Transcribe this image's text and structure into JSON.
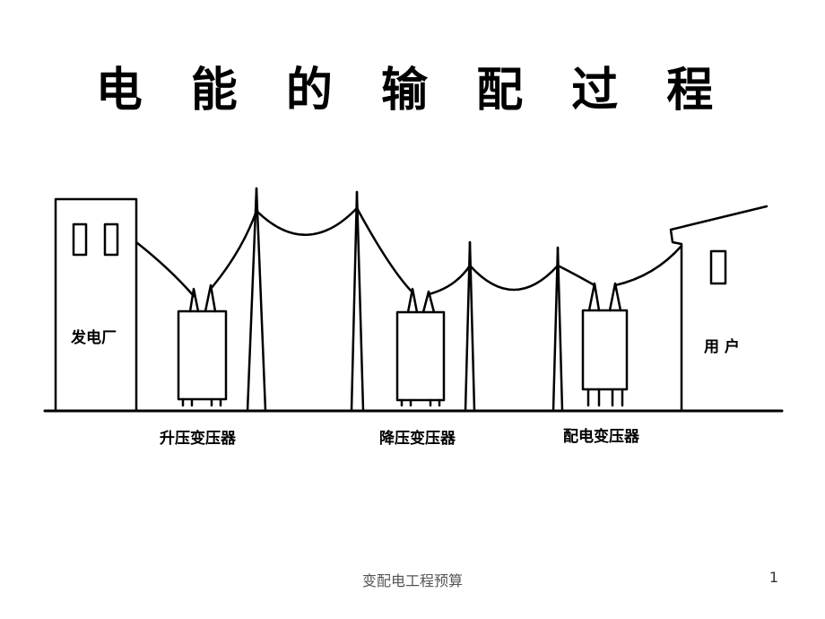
{
  "slide": {
    "title": "电 能 的 输 配 过 程",
    "footer": "变配电工程预算",
    "page_number": "1"
  },
  "diagram": {
    "power_plant_label": "发电厂",
    "user_label": "用  户",
    "step_up_label": "升压变压器",
    "step_down_label": "降压变压器",
    "distribution_label": "配电变压器"
  }
}
